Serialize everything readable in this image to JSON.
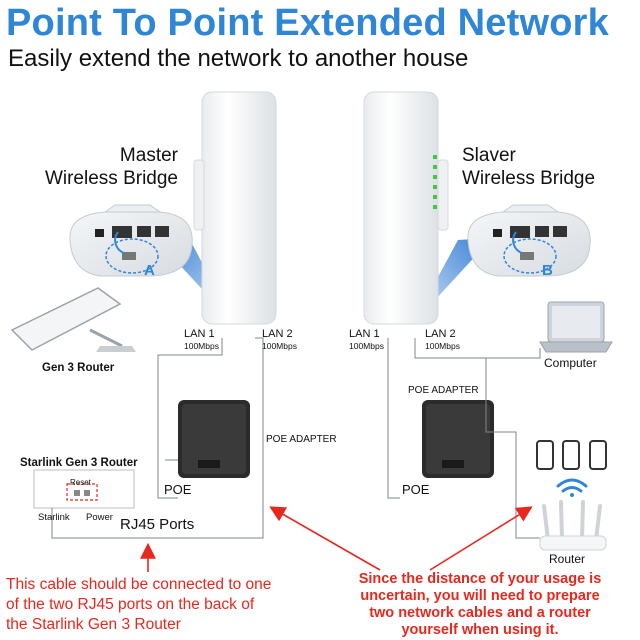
{
  "header": {
    "title": "Point To Point Extended Network",
    "subtitle": "Easily extend the network to another house"
  },
  "master": {
    "label_line1": "Master",
    "label_line2": "Wireless Bridge",
    "badge": "A",
    "lan1": "LAN 1",
    "lan1_speed": "100Mbps",
    "lan2": "LAN 2",
    "lan2_speed": "100Mbps"
  },
  "slave": {
    "label_line1": "Slaver",
    "label_line2": "Wireless Bridge",
    "badge": "B",
    "lan1": "LAN 1",
    "lan1_speed": "100Mbps",
    "lan2": "LAN 2",
    "lan2_speed": "100Mbps"
  },
  "devices": {
    "gen3_router": "Gen 3 Router",
    "starlink_router": "Starlink Gen 3 Router",
    "reset": "Reset",
    "starlink_port": "Starlink",
    "power_port": "Power",
    "rj45": "RJ45 Ports",
    "poe_adapter_left": "POE ADAPTER",
    "poe_adapter_right": "POE ADAPTER",
    "poe_left": "POE",
    "poe_right": "POE",
    "computer": "Computer",
    "router": "Router"
  },
  "notes": {
    "left_line1": "This cable should be connected to one",
    "left_line2": "of the two RJ45 ports on the back of",
    "left_line3": "the Starlink Gen 3 Router",
    "right_line1": "Since the distance of your usage is",
    "right_line2": "uncertain, you will need to prepare",
    "right_line3": "two network cables and a router",
    "right_line4": "yourself when using it."
  },
  "colors": {
    "title": "#2f86d6",
    "note": "#e8281e",
    "beam": "#1f6fd0"
  }
}
